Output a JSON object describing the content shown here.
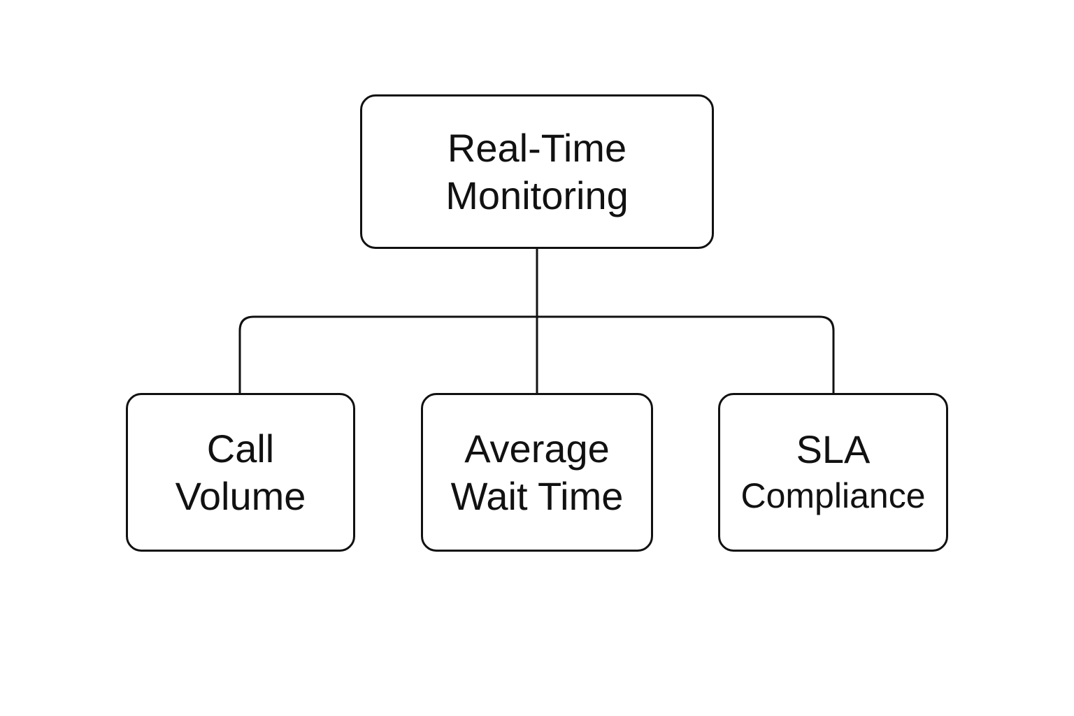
{
  "diagram": {
    "root": {
      "lines": [
        "Real-Time",
        "Monitoring"
      ]
    },
    "children": [
      {
        "lines": [
          "Call",
          "Volume"
        ]
      },
      {
        "lines": [
          "Average",
          "Wait Time"
        ]
      },
      {
        "lines": [
          "SLA",
          "Compliance"
        ]
      }
    ],
    "colors": {
      "stroke": "#111111",
      "background": "#ffffff",
      "text": "#111111"
    }
  }
}
